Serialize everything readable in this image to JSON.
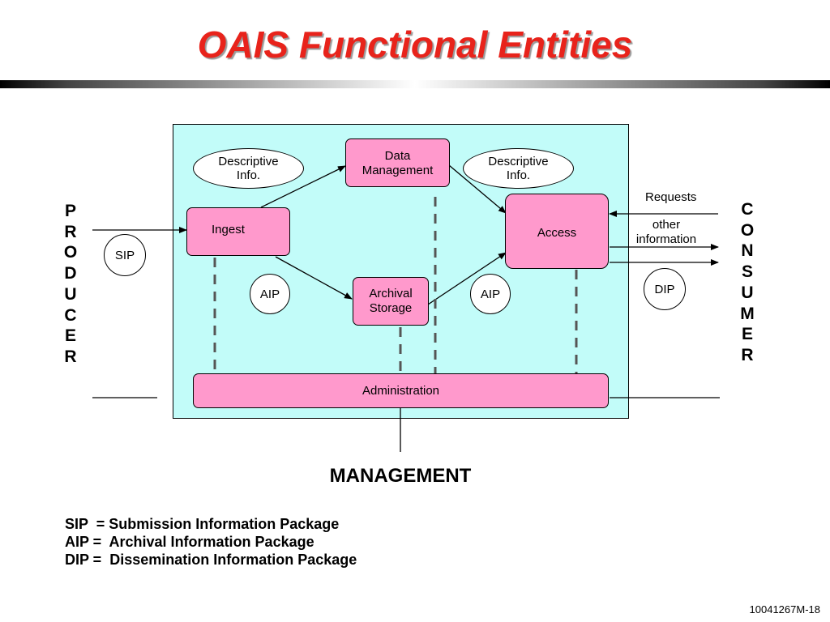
{
  "title": "OAIS Functional Entities",
  "producer": {
    "letters": [
      "P",
      "R",
      "O",
      "D",
      "U",
      "C",
      "E",
      "R"
    ]
  },
  "consumer": {
    "letters": [
      "C",
      "O",
      "N",
      "S",
      "U",
      "M",
      "E",
      "R"
    ]
  },
  "entities": {
    "ingest": "Ingest",
    "data_management_1": "Data",
    "data_management_2": "Management",
    "archival_storage_1": "Archival",
    "archival_storage_2": "Storage",
    "access": "Access",
    "administration": "Administration"
  },
  "info_ellipses": {
    "left_1": "Descriptive",
    "left_2": "Info.",
    "right_1": "Descriptive",
    "right_2": "Info."
  },
  "packages": {
    "sip": "SIP",
    "aip_left": "AIP",
    "aip_right": "AIP",
    "dip": "DIP"
  },
  "flows": {
    "requests": "Requests",
    "other_1": "other",
    "other_2": "information"
  },
  "management": "MANAGEMENT",
  "legend": [
    "SIP  = Submission Information Package",
    "AIP =  Archival Information Package",
    "DIP =  Dissemination Information Package"
  ],
  "slide_number": "10041267M-18",
  "colors": {
    "title": "#e8231b",
    "panel": "#c2fcf9",
    "entity": "#ff99cc",
    "dashed": "#555555"
  }
}
